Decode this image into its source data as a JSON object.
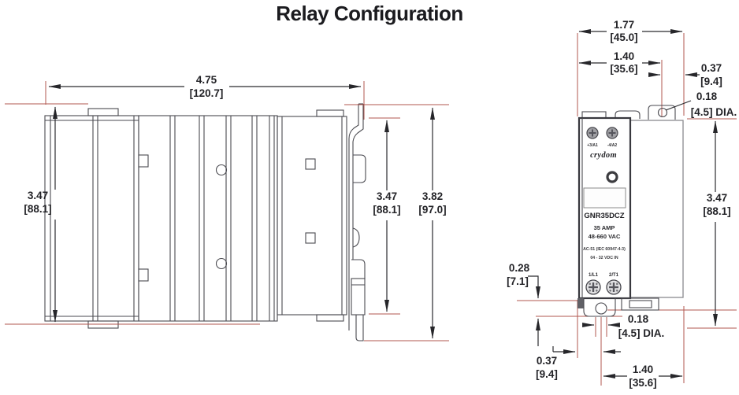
{
  "title": "Relay Configuration",
  "colors": {
    "extension_line_red": "#b2574f",
    "drawing_line": "#4a4a50",
    "dimension_text": "#232327"
  },
  "side_view": {
    "dims": {
      "width": {
        "in": "4.75",
        "mm": "[120.7]"
      },
      "height_left": {
        "in": "3.47",
        "mm": "[88.1]"
      },
      "height_body_right": {
        "in": "3.47",
        "mm": "[88.1]"
      },
      "height_overall_right": {
        "in": "3.82",
        "mm": "[97.0]"
      }
    }
  },
  "front_view": {
    "device": {
      "brand": "crydom",
      "model": "GNR35DCZ",
      "terminal_top_left": "+3/A1",
      "terminal_top_right": "-4/A2",
      "rating_current": "35 AMP",
      "rating_voltage": "48-660 VAC",
      "utilization_category": "AC-51 (IEC 60947-4-3)",
      "control_input": "04 - 32 VDC IN",
      "terminal_bottom_left": "1/L1",
      "terminal_bottom_right": "2/T1"
    },
    "dims": {
      "width_overall": {
        "in": "1.77",
        "mm": "[45.0]"
      },
      "top_hole_offset": {
        "in": "1.40",
        "mm": "[35.6]"
      },
      "top_right_offset": {
        "in": "0.37",
        "mm": "[9.4]"
      },
      "top_hole_dia": {
        "in": "0.18",
        "mm": "[4.5] DIA."
      },
      "height": {
        "in": "3.47",
        "mm": "[88.1]"
      },
      "bottom_tab": {
        "in": "0.28",
        "mm": "[7.1]"
      },
      "bottom_hole_dia": {
        "in": "0.18",
        "mm": "[4.5] DIA."
      },
      "bottom_left_offset": {
        "in": "0.37",
        "mm": "[9.4]"
      },
      "bottom_hole_offset": {
        "in": "1.40",
        "mm": "[35.6]"
      }
    }
  }
}
